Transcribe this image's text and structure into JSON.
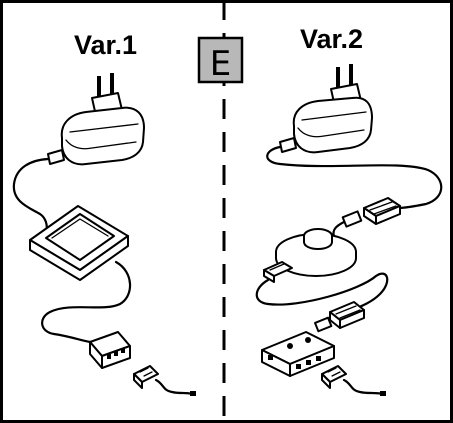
{
  "labels": {
    "left_variant": "Var.1",
    "right_variant": "Var.2",
    "badge": "E"
  },
  "colors": {
    "badge_fill": "#b8b8b8",
    "line": "#000000",
    "background": "#ffffff"
  }
}
